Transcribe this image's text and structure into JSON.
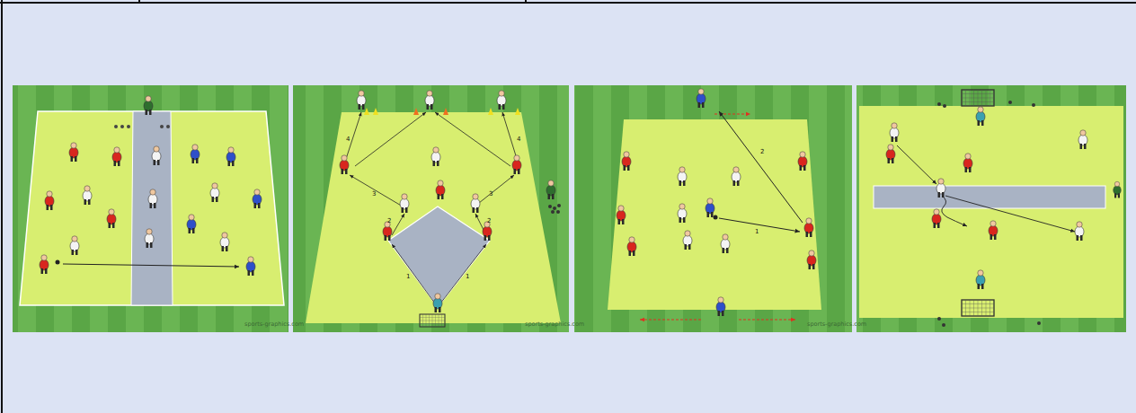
{
  "diagram": {
    "labels": [
      "sports-graphics.com",
      "1",
      "1",
      "2",
      "2",
      "3",
      "3",
      "4",
      "4",
      "sports-graphics.com",
      "2",
      "1",
      "sports-graphics.com"
    ]
  }
}
